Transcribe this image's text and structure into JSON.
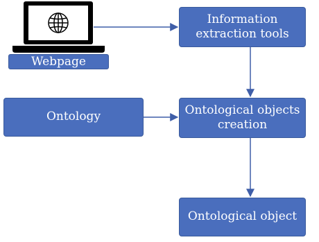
{
  "nodes": {
    "webpage": "Webpage",
    "info_tools": "Information\nextraction tools",
    "ontology": "Ontology",
    "creation": "Ontological objects\ncreation",
    "object": "Ontological object"
  },
  "icons": {
    "laptop": "laptop-icon",
    "globe": "globe-icon"
  },
  "colors": {
    "box_fill": "#4a6ebd",
    "box_border": "#3a5a9c",
    "arrow": "#3f5ea8"
  }
}
